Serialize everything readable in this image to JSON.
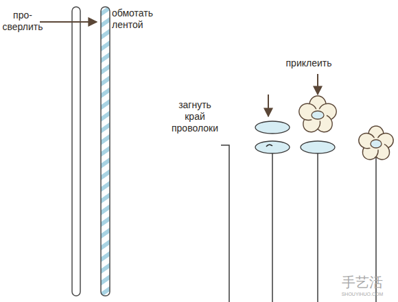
{
  "diagram": {
    "labels": [
      "про- сверлить",
      "обмотать лентой",
      "загнуть край проволоки",
      "приклеить",
      "手艺活",
      "SHOUYIHUO.COM"
    ]
  }
}
